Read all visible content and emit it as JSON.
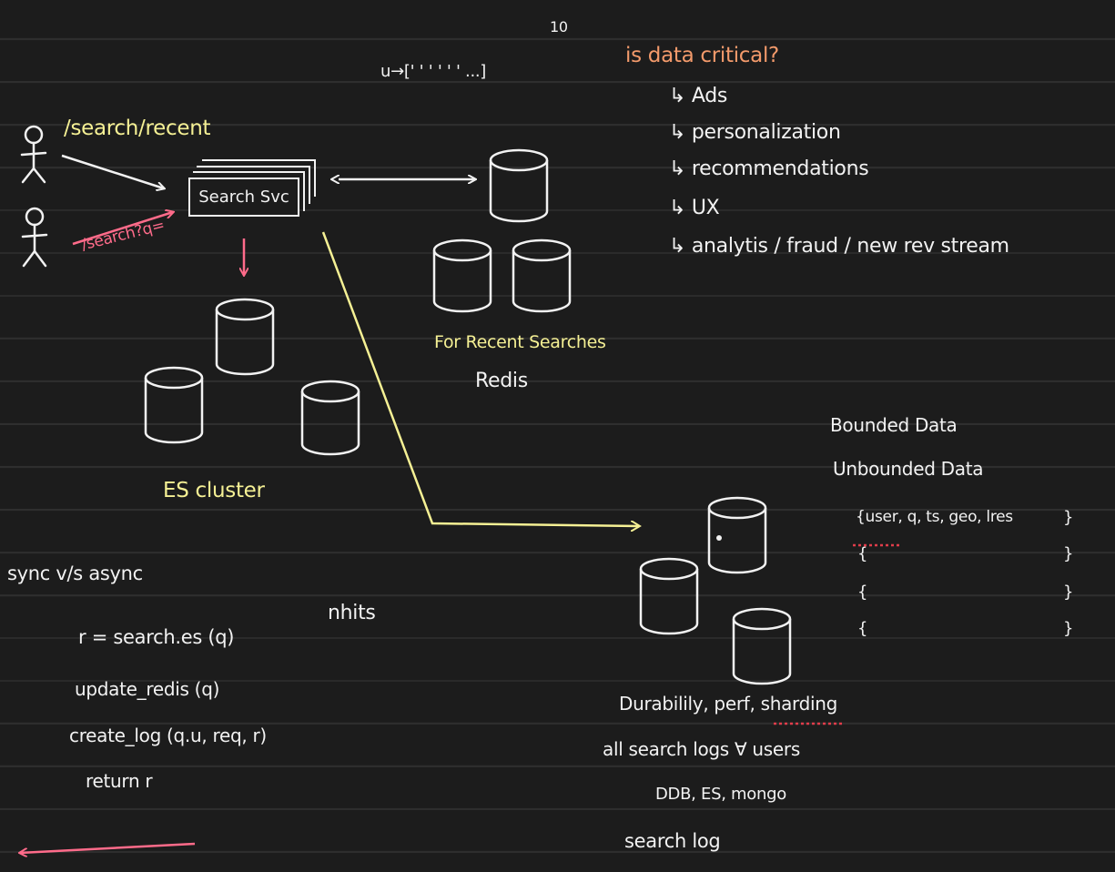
{
  "diagram": {
    "users_label_recent": "/search/recent",
    "users_label_search": "/search?q=",
    "search_service_label": "Search Svc",
    "top_count": "10",
    "redis_list": "u→[' ' ' ' ' ' ...]",
    "redis_caption_1": "For Recent Searches",
    "redis_caption_2": "Redis",
    "es_caption": "ES cluster",
    "critical_question": "is data critical?",
    "critical_items": [
      "↳ Ads",
      "↳ personalization",
      "↳ recommendations",
      "↳ UX",
      "↳ analytis / fraud / new rev stream"
    ],
    "bounded": "Bounded Data",
    "unbounded": "Unbounded Data",
    "record_open": "{user, q, ts, geo, lres",
    "record_close": "}",
    "brace_open": "{",
    "brace_close": "}",
    "sync_heading": "sync v/s async",
    "nhits": "nhits",
    "code_lines": [
      "r = search.es (q)",
      "update_redis (q)",
      "create_log (q.u, req, r)",
      "return r"
    ],
    "log_notes": [
      "Durabilily, perf, sharding",
      "all search logs ∀ users",
      "DDB, ES, mongo",
      "search log"
    ]
  }
}
